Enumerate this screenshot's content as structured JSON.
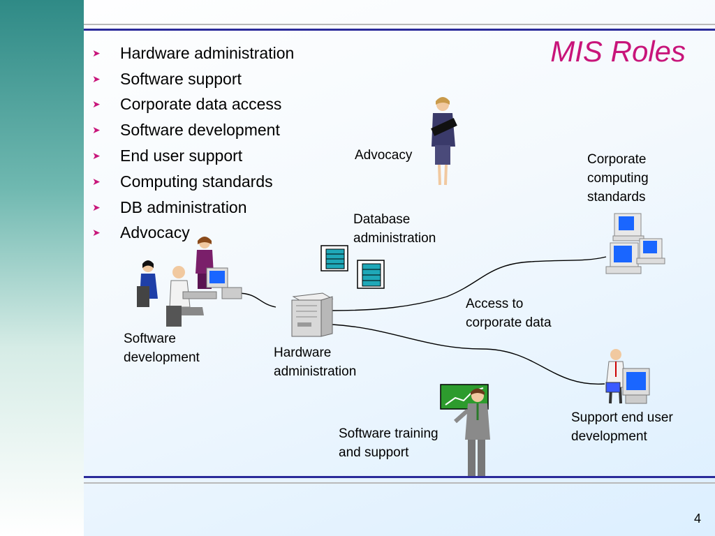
{
  "slide": {
    "title": "MIS Roles",
    "page_number": "4"
  },
  "bullets": [
    "Hardware administration",
    "Software support",
    "Corporate data access",
    "Software development",
    "End user support",
    "Computing standards",
    "DB administration",
    "Advocacy"
  ],
  "labels": {
    "advocacy": "Advocacy",
    "corporate_standards": "Corporate\ncomputing\nstandards",
    "database_admin": "Database\nadministration",
    "access_data": "Access to\ncorporate data",
    "software_dev": "Software\ndevelopment",
    "hardware_admin": "Hardware\nadministration",
    "end_user": "Support end user\ndevelopment",
    "training": "Software training\nand support"
  },
  "colors": {
    "title": "#c8157a",
    "rule": "#2a2a9a",
    "connector": "#000000",
    "chart_board": "#2d9b2d"
  }
}
